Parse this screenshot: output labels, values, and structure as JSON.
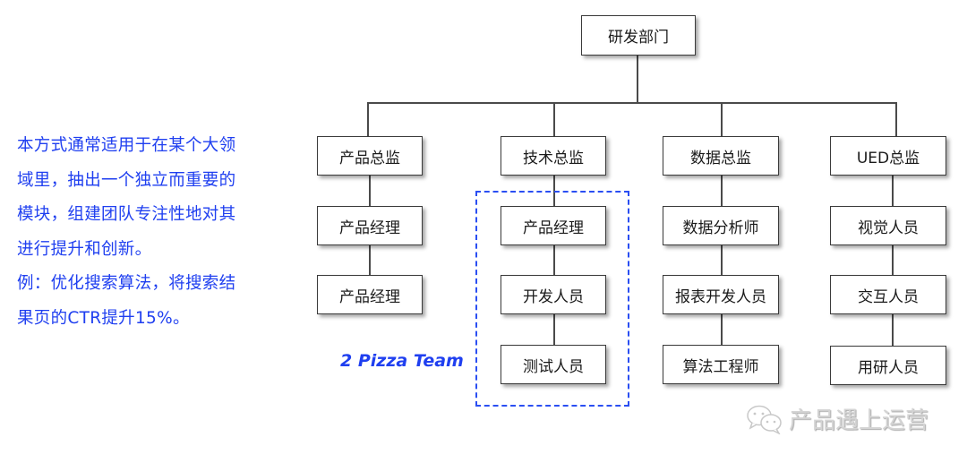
{
  "description": {
    "lines": [
      "本方式通常适用于在某个大领",
      "域里，抽出一个独立而重要的",
      "模块，组建团队专注性地对其",
      "进行提升和创新。",
      "例：优化搜索算法，将搜索结",
      "果页的CTR提升15%。"
    ]
  },
  "org_chart": {
    "root": "研发部门",
    "columns": [
      {
        "head": "产品总监",
        "members": [
          "产品经理",
          "产品经理"
        ]
      },
      {
        "head": "技术总监",
        "members": [
          "产品经理",
          "开发人员",
          "测试人员"
        ]
      },
      {
        "head": "数据总监",
        "members": [
          "数据分析师",
          "报表开发人员",
          "算法工程师"
        ]
      },
      {
        "head": "UED总监",
        "members": [
          "视觉人员",
          "交互人员",
          "用研人员"
        ]
      }
    ]
  },
  "team_label": "2 Pizza Team",
  "watermark": {
    "icon": "wechat-icon",
    "text": "产品遇上运营"
  },
  "colors": {
    "accent_blue": "#1f3ff0",
    "dashed_border": "#2a4ef2",
    "box_border": "#3a3a3a"
  }
}
